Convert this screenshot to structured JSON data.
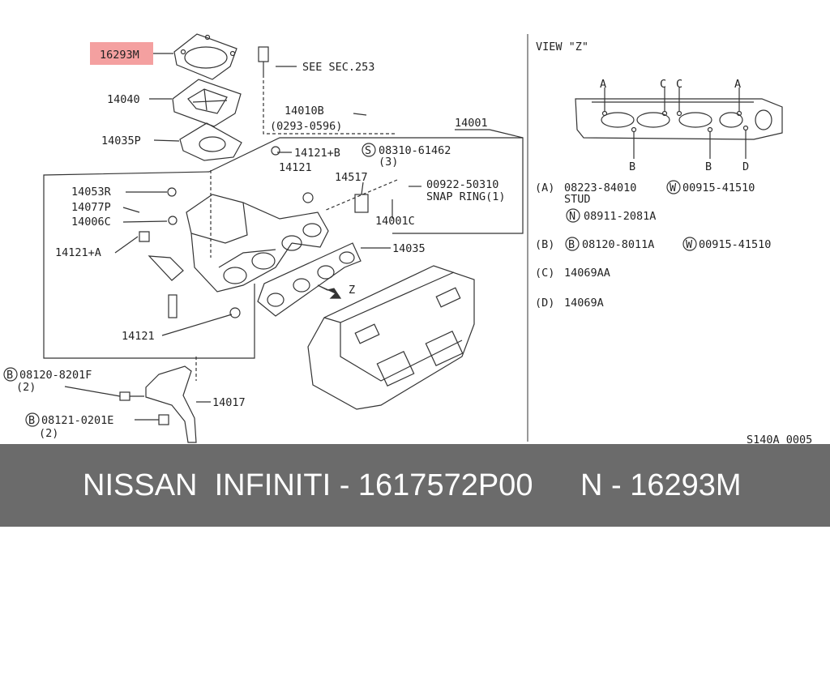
{
  "labels": {
    "p16293M": "16293M",
    "p14040": "14040",
    "p14035P": "14035P",
    "see_sec": "SEE SEC.253",
    "p14010B": "14010B",
    "p14010B_range": "(0293-0596)",
    "p14001": "14001",
    "p14121B": "14121+B",
    "p14121_top": "14121",
    "s_num": "08310-61462",
    "s_qty": "(3)",
    "p14517": "14517",
    "p00922": "00922-50310",
    "snap_ring": "SNAP RING(1)",
    "p14001C": "14001C",
    "p14053R": "14053R",
    "p14077P": "14077P",
    "p14006C": "14006C",
    "p14121A": "14121+A",
    "p14035": "14035",
    "z_marker": "Z",
    "p14121_low": "14121",
    "b_08120_8201F": "08120-8201F",
    "qty_2a": "(2)",
    "p14017": "14017",
    "b_08121_0201E": "08121-0201E",
    "qty_2b": "(2)",
    "circle_b": "B",
    "circle_s": "S",
    "circle_w": "W",
    "circle_n": "N"
  },
  "view_z": {
    "title": "VIEW \"Z\"",
    "top_letters": [
      "A",
      "C",
      "C",
      "A"
    ],
    "bottom_letters": [
      "B",
      "B",
      "D"
    ],
    "legend": {
      "a_key": "(A)",
      "a_part": "08223-84010",
      "a_w": "00915-41510",
      "a_stud": "STUD",
      "a_n": "08911-2081A",
      "b_key": "(B)",
      "b_part": "08120-8011A",
      "b_w": "00915-41510",
      "c_key": "(C)",
      "c_part": "14069AA",
      "d_key": "(D)",
      "d_part": "14069A"
    }
  },
  "footer_code": "S140A 0005",
  "highlight_color": "#f4a0a0",
  "banner": {
    "left": "NISSAN  INFINITI - 1617572P00",
    "right": "N - 16293M"
  }
}
